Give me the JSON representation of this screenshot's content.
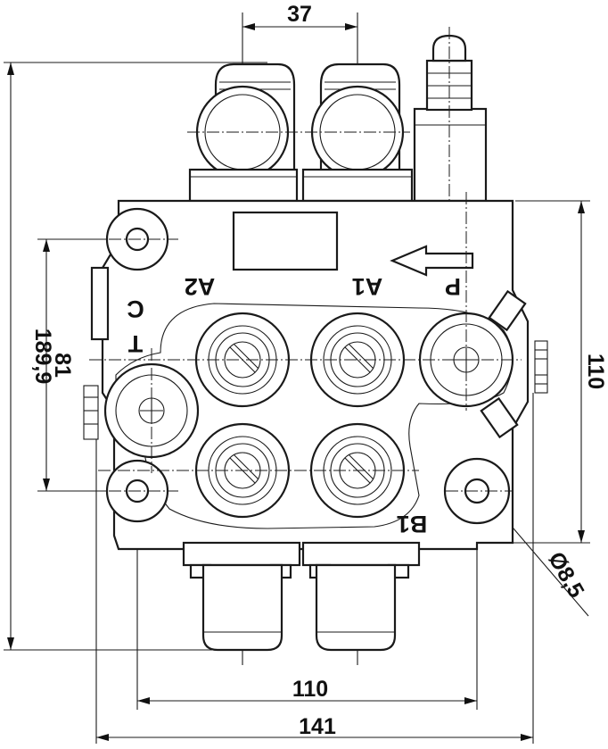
{
  "dimensions": {
    "top_spacing": "37",
    "overall_height": "189,9",
    "mount_spacing_vertical": "81",
    "body_height": "110",
    "mount_spacing_horizontal": "110",
    "overall_width": "141",
    "hole_diameter": "Ø8,5"
  },
  "port_labels": {
    "a2": "A2",
    "a1": "A1",
    "p": "P",
    "c": "C",
    "t": "T",
    "b1": "B1"
  },
  "colors": {
    "line": "#1a1a1a",
    "background": "#ffffff"
  }
}
